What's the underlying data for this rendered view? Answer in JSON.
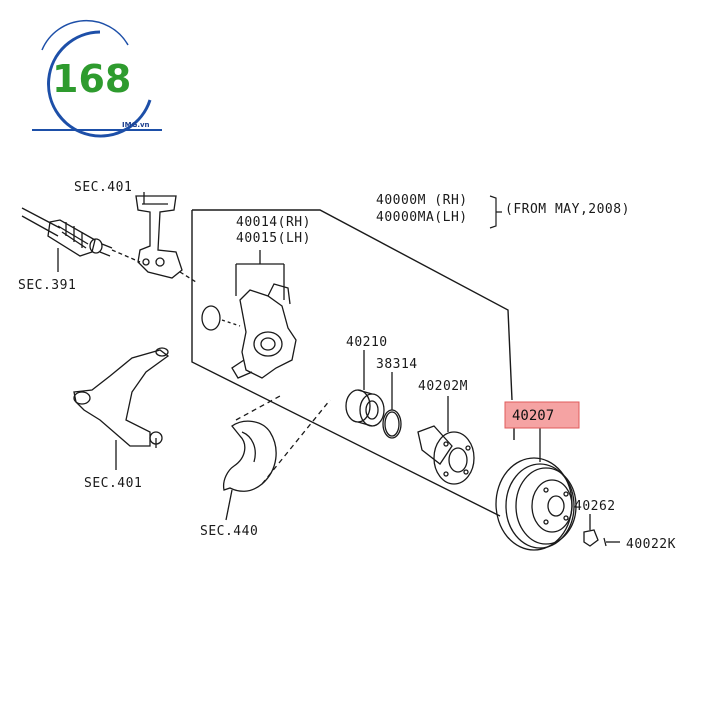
{
  "logo": {
    "number": "168",
    "sub": "IMG.vn",
    "ring_color": "#1d4fa8",
    "number_color": "#2e9b2e"
  },
  "labels": {
    "sec401_top": "SEC.401",
    "sec391": "SEC.391",
    "sec401_bottom": "SEC.401",
    "sec440": "SEC.440",
    "knuckle_rh": "40014(RH)",
    "knuckle_lh": "40015(LH)",
    "axle_rh": "40000M (RH)",
    "axle_lh": "40000MA(LH)",
    "from_date": "(FROM MAY,2008)",
    "bearing": "40210",
    "snap_ring": "38314",
    "hub": "40202M",
    "rotor": "40207",
    "washer": "40262",
    "bolt": "40022K"
  },
  "highlight": {
    "color": "#f08a8a",
    "target": "40207"
  }
}
